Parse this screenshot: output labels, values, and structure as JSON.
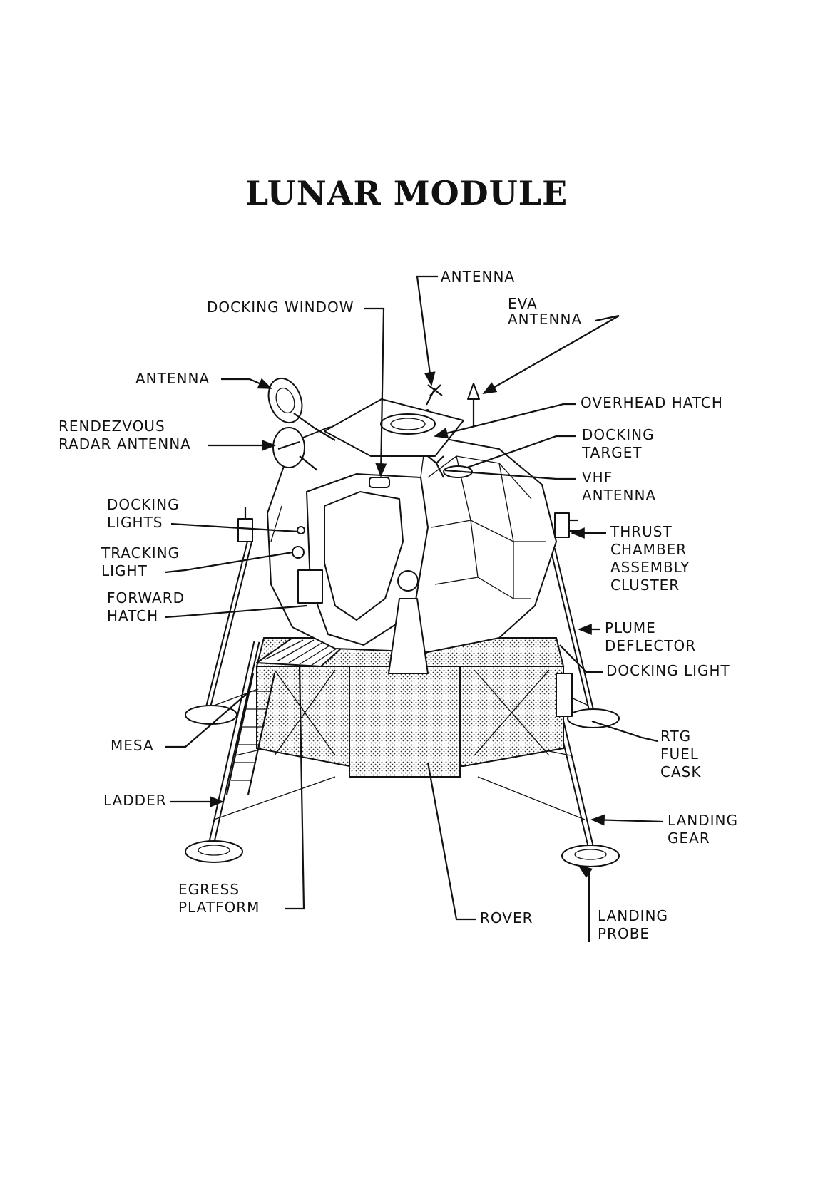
{
  "title": "LUNAR MODULE",
  "labels": {
    "antenna_top": "ANTENNA",
    "docking_window": "DOCKING WINDOW",
    "eva_antenna": [
      "EVA",
      "ANTENNA"
    ],
    "antenna_left": "ANTENNA",
    "overhead_hatch": "OVERHEAD HATCH",
    "rendezvous_radar": [
      "RENDEZVOUS",
      "RADAR ANTENNA"
    ],
    "docking_target": [
      "DOCKING",
      "TARGET"
    ],
    "vhf_antenna": [
      "VHF",
      "ANTENNA"
    ],
    "docking_lights": [
      "DOCKING",
      "LIGHTS"
    ],
    "thrust_chamber": [
      "THRUST",
      "CHAMBER",
      "ASSEMBLY",
      "CLUSTER"
    ],
    "tracking_light": [
      "TRACKING",
      "LIGHT"
    ],
    "forward_hatch": [
      "FORWARD",
      "HATCH"
    ],
    "plume_deflector": [
      "PLUME",
      "DEFLECTOR"
    ],
    "docking_light": "DOCKING LIGHT",
    "mesa": "MESA",
    "rtg_fuel_cask": [
      "RTG",
      "FUEL",
      "CASK"
    ],
    "ladder": "LADDER",
    "landing_gear": [
      "LANDING",
      "GEAR"
    ],
    "egress_platform": [
      "EGRESS",
      "PLATFORM"
    ],
    "rover": "ROVER",
    "landing_probe": [
      "LANDING",
      "PROBE"
    ]
  }
}
